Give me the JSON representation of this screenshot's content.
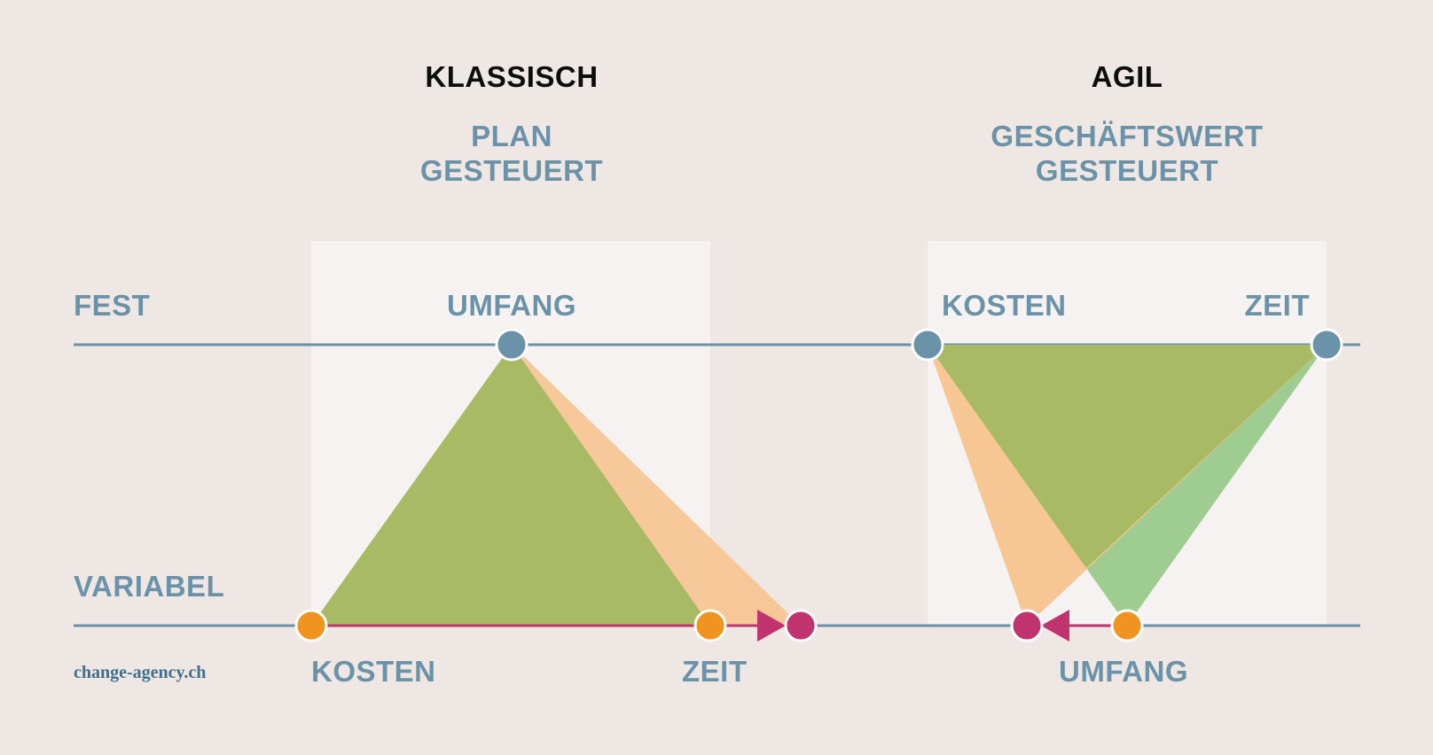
{
  "colors": {
    "background": "#efe7e4",
    "panel": "#f6f2f1",
    "line": "#6a92a9",
    "fixed_node": "#6a92a9",
    "variable_node": "#f0931f",
    "shifted_node": "#c0336f",
    "triangle_green": "#a8ba63",
    "triangle_orange": "#f7c38f",
    "triangle_light_green": "#9fcc91",
    "title_text": "#0d0d0d",
    "label_text": "#6a92a9"
  },
  "axes": {
    "top_label": "FEST",
    "bottom_label": "VARIABEL"
  },
  "classic": {
    "title": "KLASSISCH",
    "subtitle": [
      "PLAN",
      "GESTEUERT"
    ],
    "fixed": "UMFANG",
    "variable": [
      "KOSTEN",
      "ZEIT"
    ]
  },
  "agile": {
    "title": "AGIL",
    "subtitle": [
      "GESCHÄFTSWERT",
      "GESTEUERT"
    ],
    "fixed": [
      "KOSTEN",
      "ZEIT"
    ],
    "variable": "UMFANG"
  },
  "brand": "change-agency.ch"
}
